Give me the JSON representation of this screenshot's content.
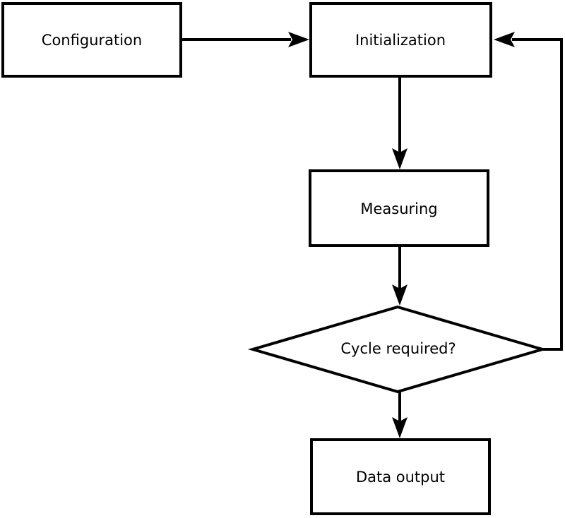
{
  "diagram": {
    "type": "flowchart",
    "background_color": "#ffffff",
    "stroke_color": "#000000",
    "text_color": "#000000",
    "nodes": [
      {
        "id": "configuration",
        "shape": "rectangle",
        "label": "Configuration"
      },
      {
        "id": "initialization",
        "shape": "rectangle",
        "label": "Initialization"
      },
      {
        "id": "measuring",
        "shape": "rectangle",
        "label": "Measuring"
      },
      {
        "id": "cycle_required",
        "shape": "diamond",
        "label": "Cycle required?"
      },
      {
        "id": "data_output",
        "shape": "rectangle",
        "label": "Data output"
      }
    ],
    "edges": [
      {
        "from": "configuration",
        "to": "initialization",
        "style": "solid-arrow"
      },
      {
        "from": "initialization",
        "to": "measuring",
        "style": "solid-arrow"
      },
      {
        "from": "measuring",
        "to": "cycle_required",
        "style": "solid-arrow"
      },
      {
        "from": "cycle_required",
        "to": "data_output",
        "style": "solid-arrow"
      },
      {
        "from": "cycle_required",
        "to": "initialization",
        "style": "solid-arrow",
        "route": "right-side-loop"
      }
    ]
  }
}
